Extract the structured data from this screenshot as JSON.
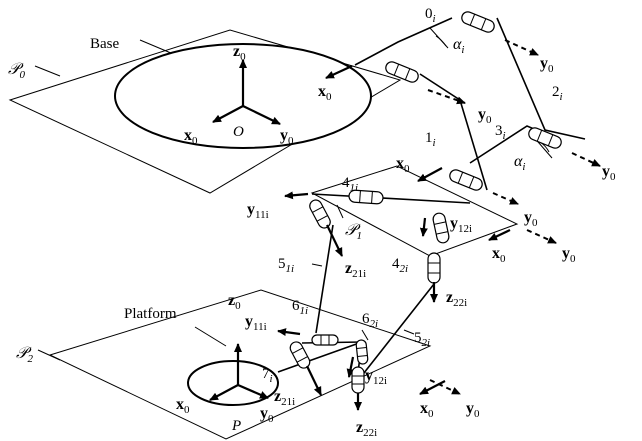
{
  "labels": {
    "base": "Base",
    "platform": "Platform",
    "plane_p0": "𝒫",
    "plane_p0_sub": "0",
    "plane_p1": "𝒫",
    "plane_p1_sub": "1",
    "plane_p2": "𝒫",
    "plane_p2_sub": "2",
    "origin": "O",
    "platform_point": "P",
    "z0": "z",
    "x0": "x",
    "y0": "y",
    "sub0": "0",
    "link0": "0",
    "link1": "1",
    "link2": "2",
    "link3": "3",
    "link4": "4",
    "link5": "5",
    "link6": "6",
    "link7": "7",
    "sub_i": "i",
    "sub_1i": "1i",
    "sub_2i": "2i",
    "sub_11i": "11i",
    "sub_12i": "12i",
    "sub_21i": "21i",
    "sub_22i": "22i",
    "alpha": "α",
    "y11": "y",
    "y12": "y",
    "z21": "z",
    "z22": "z"
  },
  "colors": {
    "ink": "#000000",
    "paper": "#ffffff"
  }
}
